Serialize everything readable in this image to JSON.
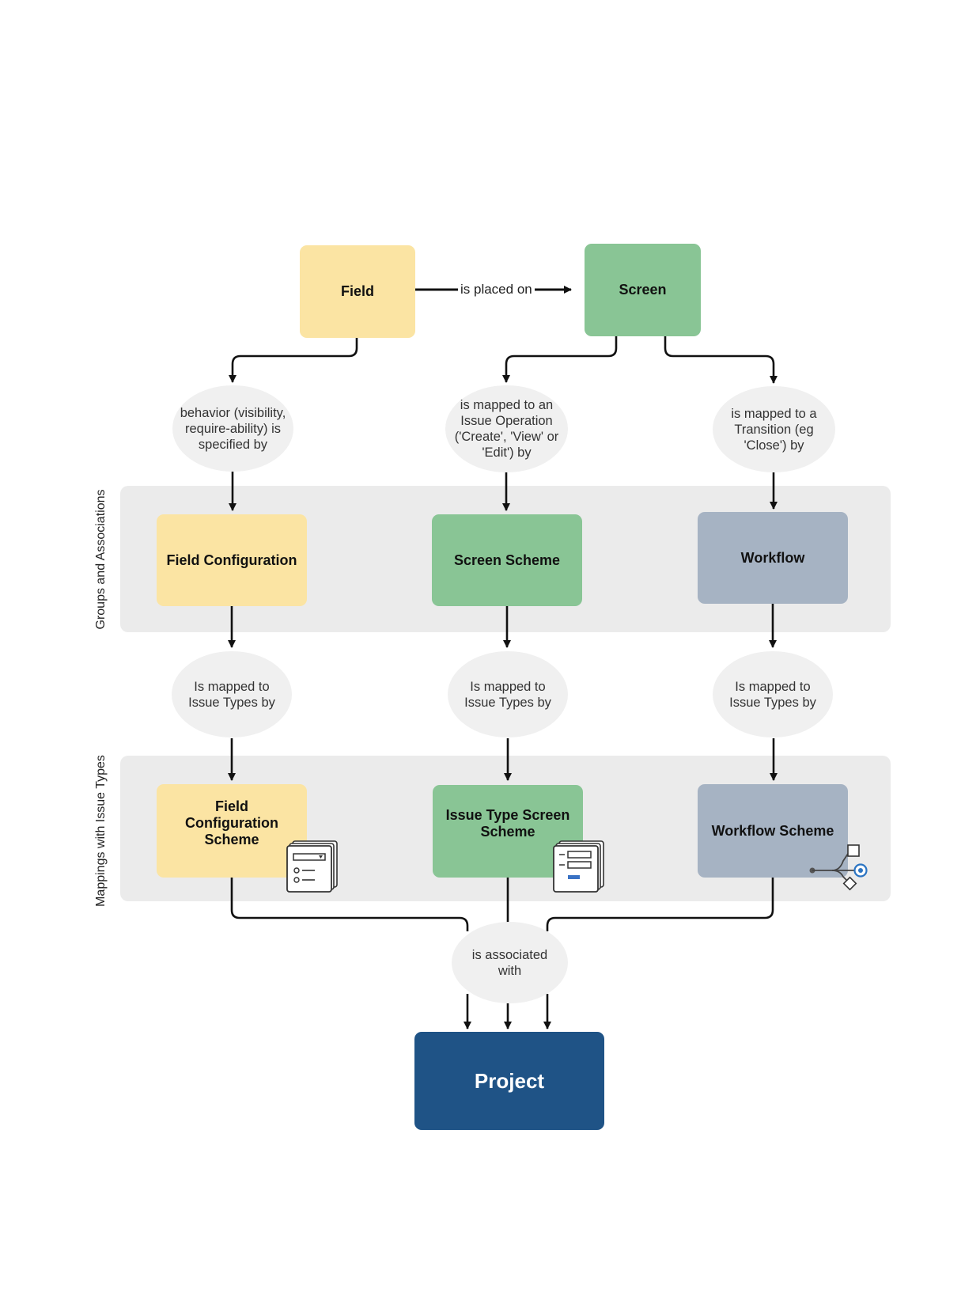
{
  "boxes": {
    "field": "Field",
    "screen": "Screen",
    "field_configuration": "Field Configuration",
    "screen_scheme": "Screen Scheme",
    "workflow": "Workflow",
    "field_configuration_scheme": "Field Configuration Scheme",
    "issue_type_screen_scheme": "Issue Type Screen Scheme",
    "workflow_scheme": "Workflow Scheme",
    "project": "Project"
  },
  "relations": {
    "placed_on": "is placed on",
    "behavior": "behavior (visibility, require-ability) is specified by",
    "issue_operation": "is mapped to an Issue Operation ('Create', 'View' or 'Edit') by",
    "transition": "is mapped to a Transition (eg 'Close') by",
    "issue_types_1": "Is mapped to Issue Types by",
    "issue_types_2": "Is mapped to Issue Types by",
    "issue_types_3": "Is mapped to Issue Types by",
    "associated_with": "is associated with"
  },
  "bands": {
    "groups": "Groups and Associations",
    "mappings": "Mappings with Issue Types"
  },
  "colors": {
    "yellow": "#fbe4a3",
    "green": "#89c595",
    "slate": "#a6b3c3",
    "navy": "#1f5386",
    "band": "#ebebeb"
  },
  "icons": [
    "field-config-scheme-icon",
    "screen-scheme-icon",
    "workflow-scheme-icon"
  ]
}
